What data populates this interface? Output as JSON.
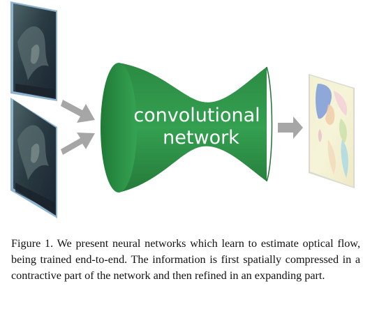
{
  "figure": {
    "network_label_line1": "convolutional",
    "network_label_line2": "network"
  },
  "caption": {
    "text": "Figure 1. We present neural networks which learn to estimate optical flow, being trained end-to-end. The information is first spatially compressed in a contractive part of the network and then refined in an expanding part."
  },
  "colors": {
    "network_fill": "#2f8f45",
    "arrow_gray": "#a6a6a6",
    "frame_edge": "#7aa8c9"
  },
  "icons": {
    "input_frames": "video-frame-thumbnail",
    "arrows": "right-arrow",
    "output": "optical-flow-map"
  }
}
